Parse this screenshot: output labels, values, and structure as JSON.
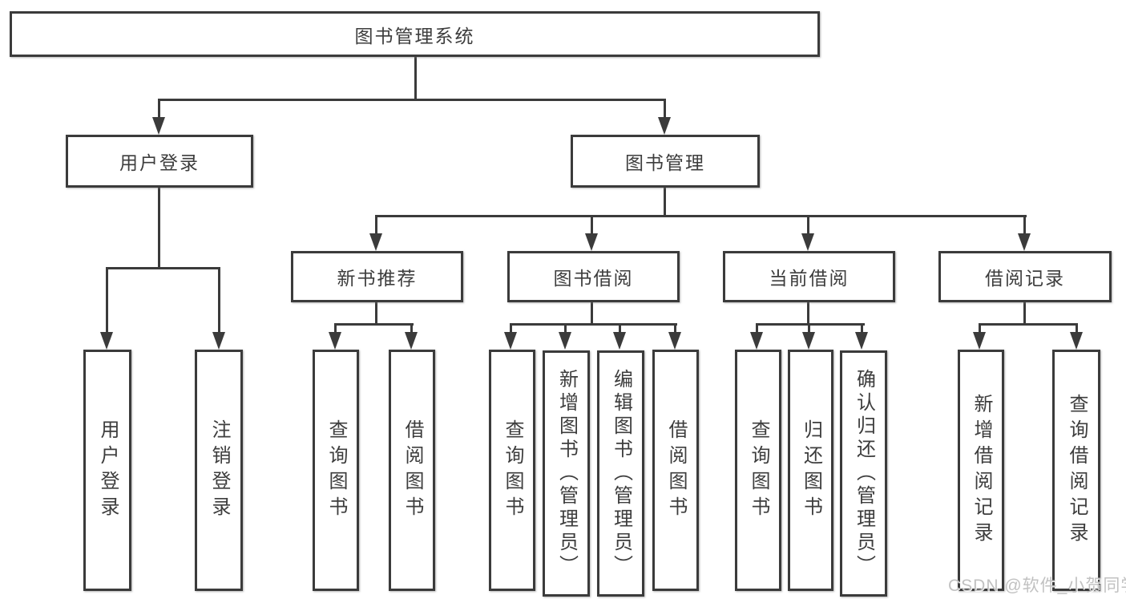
{
  "diagram": {
    "root": "图书管理系统",
    "level2": [
      "用户登录",
      "图书管理"
    ],
    "level3": [
      "新书推荐",
      "图书借阅",
      "当前借阅",
      "借阅记录"
    ],
    "leaves": [
      "用户登录",
      "注销登录",
      "查询图书",
      "借阅图书",
      "查询图书",
      "新增图书（管理员）",
      "编辑图书（管理员）",
      "借阅图书",
      "查询图书",
      "归还图书",
      "确认归还（管理员）",
      "新增借阅记录",
      "查询借阅记录"
    ]
  },
  "watermark": "CSDN @软件_小贺同学",
  "colors": {
    "line": "#3b3b3b",
    "text": "#3d3d3d",
    "background": "#ffffff",
    "watermark": "#bebebe"
  }
}
